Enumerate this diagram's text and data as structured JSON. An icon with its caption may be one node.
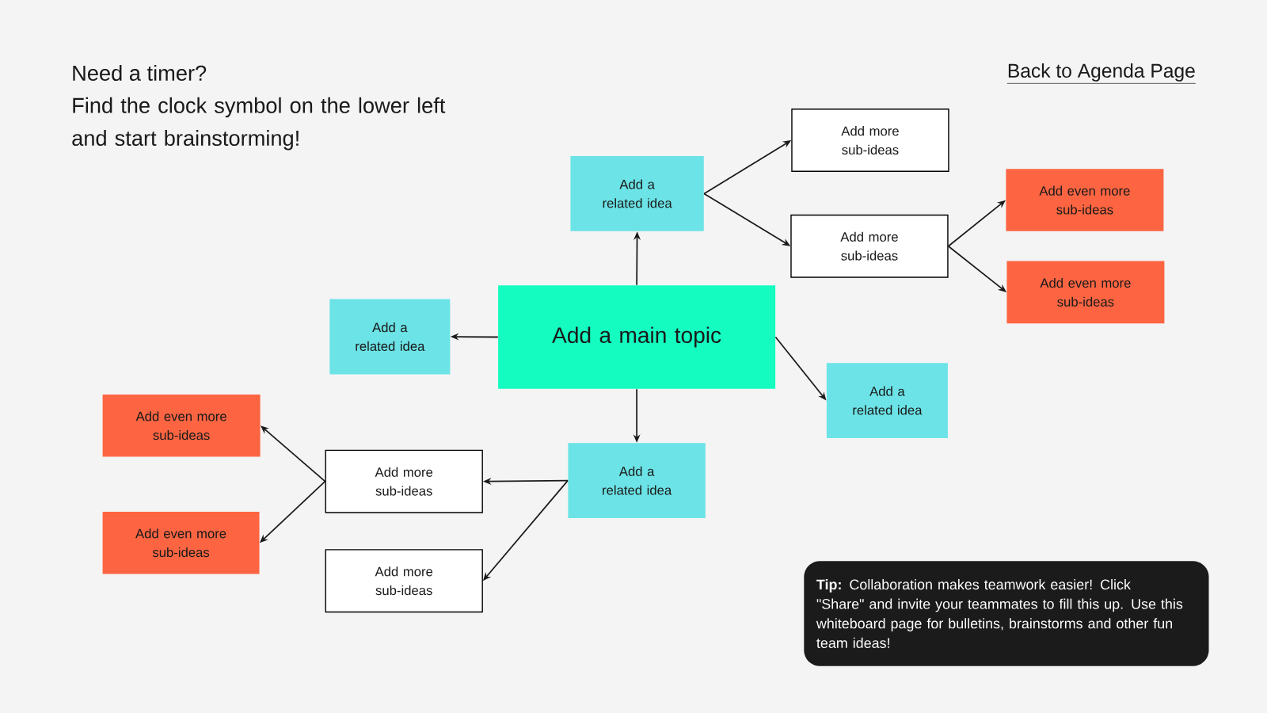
{
  "diagram": {
    "nodes": [
      {
        "text": [
          "Add a main topic"
        ]
      },
      {
        "text": [
          "Add a related idea"
        ]
      },
      {
        "text": [
          "Add more sub-ideas"
        ]
      },
      {
        "text": [
          "Add more sub-ideas"
        ]
      },
      {
        "text": [
          "Add even more sub-ideas"
        ]
      },
      {
        "text": [
          "Add even more sub-ideas"
        ]
      },
      {
        "text": [
          "Add a related idea"
        ]
      },
      {
        "text": [
          "Add a related idea"
        ]
      },
      {
        "text": [
          "Add a related idea"
        ]
      },
      {
        "text": [
          "Add more sub-ideas"
        ]
      },
      {
        "text": [
          "Add more sub-ideas"
        ]
      },
      {
        "text": [
          "Add even more sub-ideas"
        ]
      },
      {
        "text": [
          "Add even more sub-ideas"
        ]
      },
      {
        "text": [
          "**Tip:** Collaboration makes teamwork easier! Click \"Share\" and invite your teammates to fill this up. Use this whiteboard page for bulletins, brainstorms and other fun team ideas!"
        ]
      }
    ],
    "edges": [
      {
        "from": 0,
        "to": 1,
        "arrow": "to"
      },
      {
        "from": 0,
        "to": 6,
        "arrow": "to"
      },
      {
        "from": 0,
        "to": 7,
        "arrow": "to"
      },
      {
        "from": 0,
        "to": 8,
        "arrow": "to"
      },
      {
        "from": 1,
        "to": 2,
        "arrow": "to"
      },
      {
        "from": 1,
        "to": 3,
        "arrow": "to"
      },
      {
        "from": 3,
        "to": 4,
        "arrow": "to"
      },
      {
        "from": 3,
        "to": 5,
        "arrow": "to"
      },
      {
        "from": 8,
        "to": 9,
        "arrow": "to"
      },
      {
        "from": 8,
        "to": 10,
        "arrow": "to"
      },
      {
        "from": 9,
        "to": 11,
        "arrow": "to"
      },
      {
        "from": 9,
        "to": 12,
        "arrow": "to"
      }
    ],
    "labels": [
      "Need a timer?",
      "Find the clock symbol on the lower left and start brainstorming!",
      "Back to Agenda Page"
    ]
  }
}
